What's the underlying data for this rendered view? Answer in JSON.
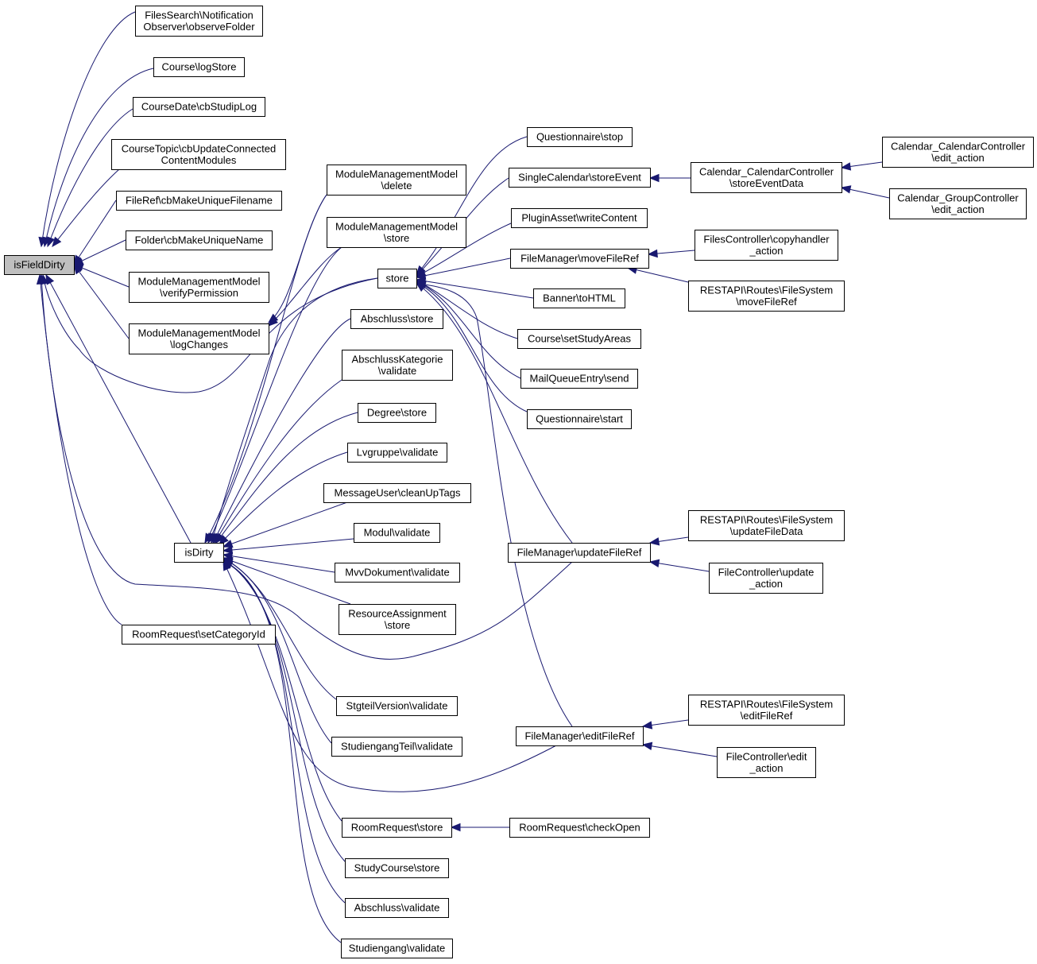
{
  "nodes": [
    {
      "id": "isFieldDirty",
      "lines": [
        "isFieldDirty"
      ],
      "root": true
    },
    {
      "id": "FilesSearch.observeFolder",
      "lines": [
        "FilesSearch\\Notification",
        "Observer\\observeFolder"
      ]
    },
    {
      "id": "Course.logStore",
      "lines": [
        "Course\\logStore"
      ]
    },
    {
      "id": "CourseDate.cbStudipLog",
      "lines": [
        "CourseDate\\cbStudipLog"
      ]
    },
    {
      "id": "CourseTopic.cbUpdateConnectedContentModules",
      "lines": [
        "CourseTopic\\cbUpdateConnected",
        "ContentModules"
      ]
    },
    {
      "id": "FileRef.cbMakeUniqueFilename",
      "lines": [
        "FileRef\\cbMakeUniqueFilename"
      ]
    },
    {
      "id": "Folder.cbMakeUniqueName",
      "lines": [
        "Folder\\cbMakeUniqueName"
      ]
    },
    {
      "id": "MMM.verifyPermission",
      "lines": [
        "ModuleManagementModel",
        "\\verifyPermission"
      ]
    },
    {
      "id": "MMM.logChanges",
      "lines": [
        "ModuleManagementModel",
        "\\logChanges"
      ]
    },
    {
      "id": "isDirty",
      "lines": [
        "isDirty"
      ]
    },
    {
      "id": "RoomRequest.setCategoryId",
      "lines": [
        "RoomRequest\\setCategoryId"
      ]
    },
    {
      "id": "MMM.delete",
      "lines": [
        "ModuleManagementModel",
        "\\delete"
      ]
    },
    {
      "id": "MMM.store",
      "lines": [
        "ModuleManagementModel",
        "\\store"
      ]
    },
    {
      "id": "store",
      "lines": [
        "store"
      ]
    },
    {
      "id": "Abschluss.store",
      "lines": [
        "Abschluss\\store"
      ]
    },
    {
      "id": "AbschlussKategorie.validate",
      "lines": [
        "AbschlussKategorie",
        "\\validate"
      ]
    },
    {
      "id": "Degree.store",
      "lines": [
        "Degree\\store"
      ]
    },
    {
      "id": "Lvgruppe.validate",
      "lines": [
        "Lvgruppe\\validate"
      ]
    },
    {
      "id": "MessageUser.cleanUpTags",
      "lines": [
        "MessageUser\\cleanUpTags"
      ]
    },
    {
      "id": "Modul.validate",
      "lines": [
        "Modul\\validate"
      ]
    },
    {
      "id": "MvvDokument.validate",
      "lines": [
        "MvvDokument\\validate"
      ]
    },
    {
      "id": "ResourceAssignment.store",
      "lines": [
        "ResourceAssignment",
        "\\store"
      ]
    },
    {
      "id": "StgteilVersion.validate",
      "lines": [
        "StgteilVersion\\validate"
      ]
    },
    {
      "id": "StudiengangTeil.validate",
      "lines": [
        "StudiengangTeil\\validate"
      ]
    },
    {
      "id": "RoomRequest.store",
      "lines": [
        "RoomRequest\\store"
      ]
    },
    {
      "id": "StudyCourse.store",
      "lines": [
        "StudyCourse\\store"
      ]
    },
    {
      "id": "Abschluss.validate",
      "lines": [
        "Abschluss\\validate"
      ]
    },
    {
      "id": "Studiengang.validate",
      "lines": [
        "Studiengang\\validate"
      ]
    },
    {
      "id": "Questionnaire.stop",
      "lines": [
        "Questionnaire\\stop"
      ]
    },
    {
      "id": "SingleCalendar.storeEvent",
      "lines": [
        "SingleCalendar\\storeEvent"
      ]
    },
    {
      "id": "PluginAsset.writeContent",
      "lines": [
        "PluginAsset\\writeContent"
      ]
    },
    {
      "id": "FileManager.moveFileRef",
      "lines": [
        "FileManager\\moveFileRef"
      ]
    },
    {
      "id": "Banner.toHTML",
      "lines": [
        "Banner\\toHTML"
      ]
    },
    {
      "id": "Course.setStudyAreas",
      "lines": [
        "Course\\setStudyAreas"
      ]
    },
    {
      "id": "MailQueueEntry.send",
      "lines": [
        "MailQueueEntry\\send"
      ]
    },
    {
      "id": "Questionnaire.start",
      "lines": [
        "Questionnaire\\start"
      ]
    },
    {
      "id": "FileManager.updateFileRef",
      "lines": [
        "FileManager\\updateFileRef"
      ]
    },
    {
      "id": "FileManager.editFileRef",
      "lines": [
        "FileManager\\editFileRef"
      ]
    },
    {
      "id": "RoomRequest.checkOpen",
      "lines": [
        "RoomRequest\\checkOpen"
      ]
    },
    {
      "id": "CalCalCtrl.storeEventData",
      "lines": [
        "Calendar_CalendarController",
        "\\storeEventData"
      ]
    },
    {
      "id": "FilesController.copyhandler_action",
      "lines": [
        "FilesController\\copyhandler",
        "_action"
      ]
    },
    {
      "id": "RESTAPI.moveFileRef",
      "lines": [
        "RESTAPI\\Routes\\FileSystem",
        "\\moveFileRef"
      ]
    },
    {
      "id": "RESTAPI.updateFileData",
      "lines": [
        "RESTAPI\\Routes\\FileSystem",
        "\\updateFileData"
      ]
    },
    {
      "id": "FileController.update_action",
      "lines": [
        "FileController\\update",
        "_action"
      ]
    },
    {
      "id": "RESTAPI.editFileRef",
      "lines": [
        "RESTAPI\\Routes\\FileSystem",
        "\\editFileRef"
      ]
    },
    {
      "id": "FileController.edit_action",
      "lines": [
        "FileController\\edit",
        "_action"
      ]
    },
    {
      "id": "CalCalCtrl.edit_action",
      "lines": [
        "Calendar_CalendarController",
        "\\edit_action"
      ]
    },
    {
      "id": "CalGroupCtrl.edit_action",
      "lines": [
        "Calendar_GroupController",
        "\\edit_action"
      ]
    }
  ],
  "edges": [
    {
      "from": "FilesSearch.observeFolder",
      "to": "isFieldDirty"
    },
    {
      "from": "Course.logStore",
      "to": "isFieldDirty"
    },
    {
      "from": "CourseDate.cbStudipLog",
      "to": "isFieldDirty"
    },
    {
      "from": "CourseTopic.cbUpdateConnectedContentModules",
      "to": "isFieldDirty"
    },
    {
      "from": "FileRef.cbMakeUniqueFilename",
      "to": "isFieldDirty"
    },
    {
      "from": "Folder.cbMakeUniqueName",
      "to": "isFieldDirty"
    },
    {
      "from": "MMM.verifyPermission",
      "to": "isFieldDirty"
    },
    {
      "from": "MMM.logChanges",
      "to": "isFieldDirty"
    },
    {
      "from": "isDirty",
      "to": "isFieldDirty"
    },
    {
      "from": "RoomRequest.setCategoryId",
      "to": "isFieldDirty"
    },
    {
      "from": "store",
      "to": "isFieldDirty"
    },
    {
      "from": "MMM.delete",
      "to": "MMM.logChanges"
    },
    {
      "from": "MMM.store",
      "to": "MMM.logChanges"
    },
    {
      "from": "MMM.delete",
      "to": "isDirty"
    },
    {
      "from": "MMM.store",
      "to": "isDirty"
    },
    {
      "from": "store",
      "to": "isDirty"
    },
    {
      "from": "Abschluss.store",
      "to": "isDirty"
    },
    {
      "from": "AbschlussKategorie.validate",
      "to": "isDirty"
    },
    {
      "from": "Degree.store",
      "to": "isDirty"
    },
    {
      "from": "Lvgruppe.validate",
      "to": "isDirty"
    },
    {
      "from": "MessageUser.cleanUpTags",
      "to": "isDirty"
    },
    {
      "from": "Modul.validate",
      "to": "isDirty"
    },
    {
      "from": "MvvDokument.validate",
      "to": "isDirty"
    },
    {
      "from": "ResourceAssignment.store",
      "to": "isDirty"
    },
    {
      "from": "StgteilVersion.validate",
      "to": "isDirty"
    },
    {
      "from": "StudiengangTeil.validate",
      "to": "isDirty"
    },
    {
      "from": "RoomRequest.store",
      "to": "isDirty"
    },
    {
      "from": "StudyCourse.store",
      "to": "isDirty"
    },
    {
      "from": "Abschluss.validate",
      "to": "isDirty"
    },
    {
      "from": "Studiengang.validate",
      "to": "isDirty"
    },
    {
      "from": "Questionnaire.stop",
      "to": "store"
    },
    {
      "from": "SingleCalendar.storeEvent",
      "to": "store"
    },
    {
      "from": "PluginAsset.writeContent",
      "to": "store"
    },
    {
      "from": "FileManager.moveFileRef",
      "to": "store"
    },
    {
      "from": "Banner.toHTML",
      "to": "store"
    },
    {
      "from": "Course.setStudyAreas",
      "to": "store"
    },
    {
      "from": "MailQueueEntry.send",
      "to": "store"
    },
    {
      "from": "Questionnaire.start",
      "to": "store"
    },
    {
      "from": "FileManager.updateFileRef",
      "to": "store"
    },
    {
      "from": "FileManager.editFileRef",
      "to": "store"
    },
    {
      "from": "FileManager.updateFileRef",
      "to": "isFieldDirty"
    },
    {
      "from": "FileManager.editFileRef",
      "to": "isDirty"
    },
    {
      "from": "RoomRequest.checkOpen",
      "to": "RoomRequest.store"
    },
    {
      "from": "CalCalCtrl.storeEventData",
      "to": "SingleCalendar.storeEvent"
    },
    {
      "from": "FilesController.copyhandler_action",
      "to": "FileManager.moveFileRef"
    },
    {
      "from": "RESTAPI.moveFileRef",
      "to": "FileManager.moveFileRef"
    },
    {
      "from": "RESTAPI.updateFileData",
      "to": "FileManager.updateFileRef"
    },
    {
      "from": "FileController.update_action",
      "to": "FileManager.updateFileRef"
    },
    {
      "from": "RESTAPI.editFileRef",
      "to": "FileManager.editFileRef"
    },
    {
      "from": "FileController.edit_action",
      "to": "FileManager.editFileRef"
    },
    {
      "from": "CalCalCtrl.edit_action",
      "to": "CalCalCtrl.storeEventData"
    },
    {
      "from": "CalGroupCtrl.edit_action",
      "to": "CalCalCtrl.storeEventData"
    }
  ],
  "colors": {
    "edge": "#191970",
    "root_fill": "#bfbfbf",
    "node_fill": "#ffffff",
    "node_stroke": "#000000"
  }
}
